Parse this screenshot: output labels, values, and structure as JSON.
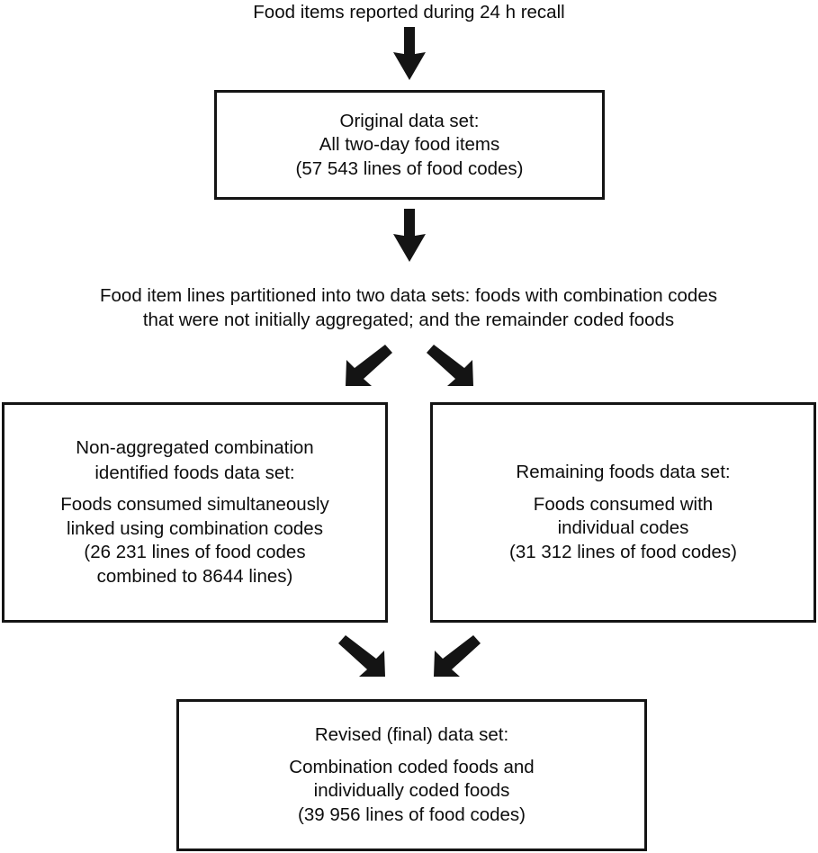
{
  "diagram": {
    "title": "Food items reported during 24 h recall",
    "type": "flowchart",
    "background_color": "#ffffff",
    "stroke_color": "#141414",
    "text_color": "#0d0d0d"
  },
  "top_caption": {
    "text": "Food items reported during 24 h recall"
  },
  "partition_caption": {
    "line1": "Food item lines partitioned into two data sets: foods with combination codes",
    "line2": "that were not initially aggregated; and the remainder coded foods"
  },
  "nodes": {
    "original": {
      "heading": "Original data set:",
      "line1": "All two-day food items",
      "line2": "(57 543 lines of food codes)",
      "count": 57543
    },
    "non_aggregated": {
      "heading_line1": "Non-aggregated combination",
      "heading_line2": "identified foods data set:",
      "line1": "Foods consumed simultaneously",
      "line2": "linked using combination codes",
      "line3": "(26 231 lines of food codes",
      "line4": "combined to 8644 lines)",
      "count": 26231,
      "combined_count": 8644
    },
    "remaining": {
      "heading": "Remaining foods data set:",
      "line1": "Foods consumed with",
      "line2": "individual codes",
      "line3": "(31 312 lines of food codes)",
      "count": 31312
    },
    "revised": {
      "heading": "Revised (final) data set:",
      "line1": "Combination coded foods and",
      "line2": "individually coded foods",
      "line3": "(39 956 lines of food codes)",
      "count": 39956
    }
  },
  "arrows": [
    {
      "name": "arrow-top-to-original",
      "direction": "down"
    },
    {
      "name": "arrow-original-to-partition",
      "direction": "down"
    },
    {
      "name": "arrow-partition-to-nonaggregated",
      "direction": "down-left"
    },
    {
      "name": "arrow-partition-to-remaining",
      "direction": "down-right"
    },
    {
      "name": "arrow-nonaggregated-to-revised",
      "direction": "down-right"
    },
    {
      "name": "arrow-remaining-to-revised",
      "direction": "down-left"
    }
  ]
}
